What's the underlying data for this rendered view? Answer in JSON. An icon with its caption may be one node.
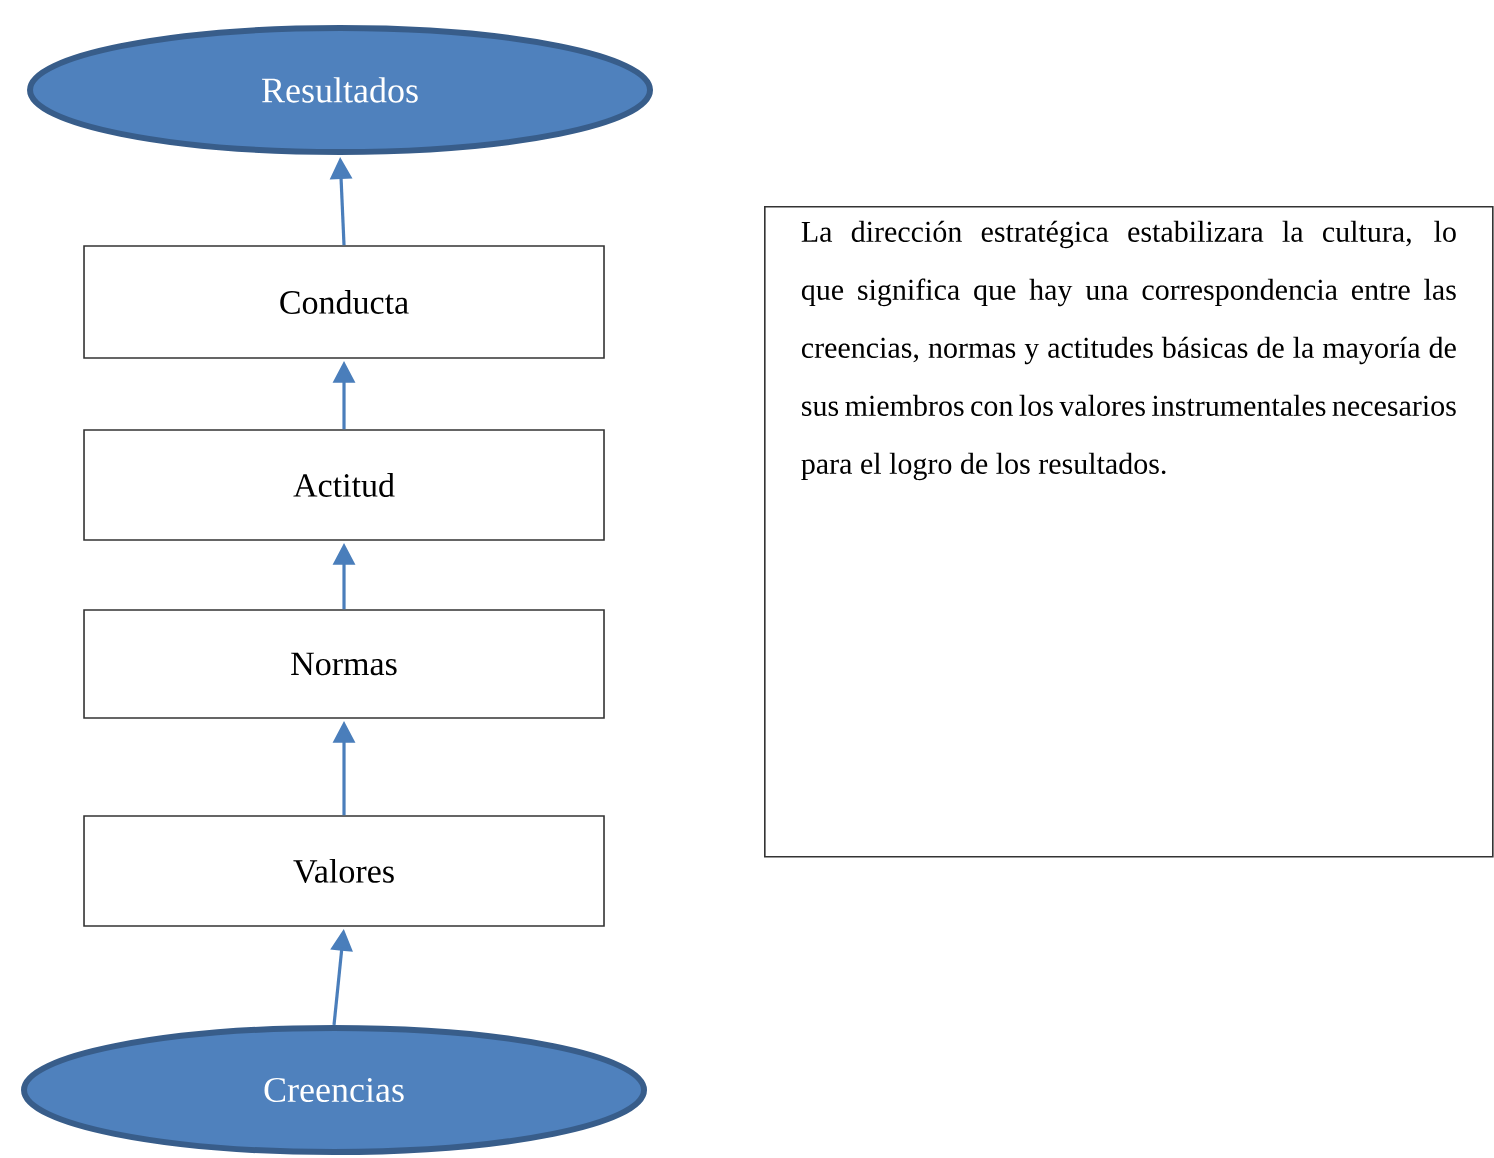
{
  "diagram": {
    "nodes": [
      {
        "text": [
          "Resultados"
        ]
      },
      {
        "text": [
          "Conducta"
        ]
      },
      {
        "text": [
          "Actitud"
        ]
      },
      {
        "text": [
          "Normas"
        ]
      },
      {
        "text": [
          "Valores"
        ]
      },
      {
        "text": [
          "Creencias"
        ]
      },
      {
        "text": [
          "La dirección estratégica estabilizara la cultura, lo que significa que hay una correspondencia entre las creencias, normas y actitudes básicas de la mayoría de sus miembros con los valores instrumentales necesarios para el logro de los resultados."
        ]
      }
    ],
    "edges": [
      {
        "from": 5,
        "to": 4,
        "arrow": "to"
      },
      {
        "from": 4,
        "to": 3,
        "arrow": "to"
      },
      {
        "from": 3,
        "to": 2,
        "arrow": "to"
      },
      {
        "from": 2,
        "to": 1,
        "arrow": "to"
      },
      {
        "from": 1,
        "to": 0,
        "arrow": "to"
      }
    ]
  }
}
